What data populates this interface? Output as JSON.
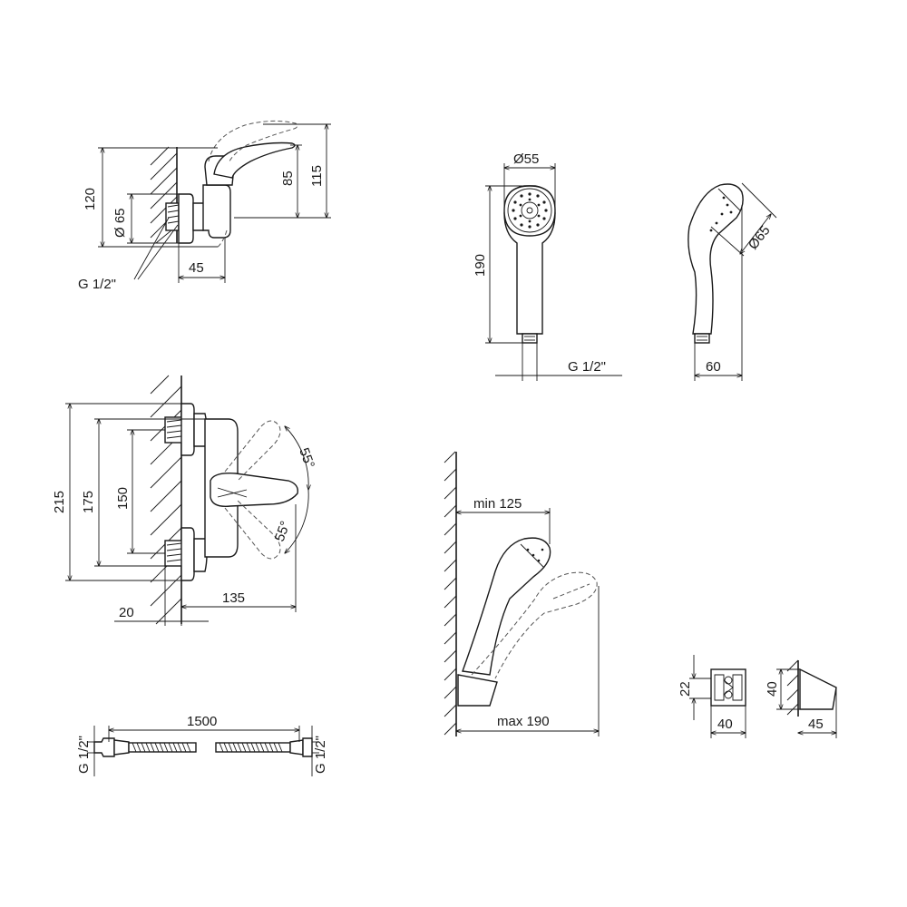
{
  "colors": {
    "line": "#1a1a1a",
    "background": "#ffffff"
  },
  "mixer_side": {
    "height_overall": "120",
    "height_lever": "115",
    "height_body": "85",
    "diameter_flange": "Ø 65",
    "depth": "45",
    "thread": "G 1/2\""
  },
  "mixer_front": {
    "height_overall": "215",
    "height_flanges": "175",
    "axis_distance": "150",
    "wall_offset": "20",
    "projection": "135",
    "angle_up": "55°",
    "angle_down": "55°"
  },
  "hand_shower_front": {
    "diameter": "Ø55",
    "length": "190",
    "thread": "G 1/2\""
  },
  "hand_shower_side": {
    "diameter": "Ø65",
    "depth": "60"
  },
  "shower_on_holder": {
    "min_reach": "min 125",
    "max_reach": "max 190"
  },
  "holder": {
    "front_height": "22",
    "front_width": "40",
    "side_height": "40",
    "side_depth": "45"
  },
  "hose": {
    "length": "1500",
    "thread_left": "G 1/2\"",
    "thread_right": "G 1/2\""
  }
}
